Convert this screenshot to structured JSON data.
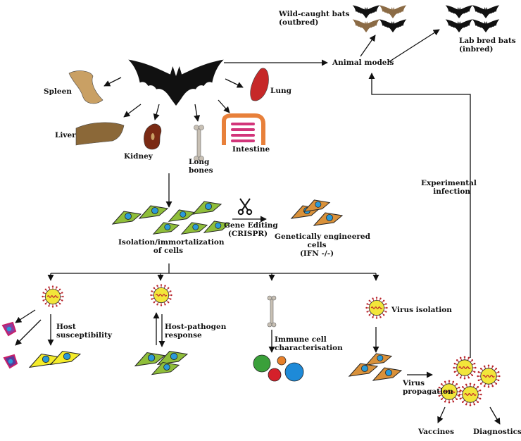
{
  "labels": {
    "wild_bats": "Wild-caught bats\n(outbred)",
    "lab_bats": "Lab bred bats\n(inbred)",
    "animal_models": "Animal models",
    "spleen": "Spleen",
    "lung": "Lung",
    "liver": "Liver",
    "kidney": "Kidney",
    "long_bones": "Long\nbones",
    "intestine": "Intestine",
    "experimental_infection": "Experimental\ninfection",
    "gene_editing": "Gene Editing\n(CRISPR)",
    "genetically_engineered": "Genetically engineered\ncells\n(IFN -/-)",
    "isolation": "Isolation/immortalization\nof cells",
    "host_susceptibility": "Host\nsusceptibility",
    "host_pathogen": "Host-pathogen\nresponse",
    "immune_cell": "Immune cell\ncharacterisation",
    "virus_isolation": "Virus isolation",
    "virus_propagation": "Virus\npropagation",
    "vaccines": "Vaccines",
    "diagnostics": "Diagnostics"
  },
  "colors": {
    "bat": "#111111",
    "bat_brown": "#8b6b45",
    "spleen": "#c9a064",
    "lung": "#c62828",
    "liver": "#8b6838",
    "kidney": "#7a2a14",
    "bone": "#c8c0b4",
    "intestine_outer": "#e8803a",
    "intestine_inner": "#d2357a",
    "cell_green": "#8fbe3a",
    "cell_orange": "#d9913a",
    "cell_yellow": "#f4ec2a",
    "cell_purple": "#8a3ea0",
    "nucleus": "#2a9ad8",
    "virus_fill": "#f2e63a",
    "virus_spike": "#b8232a",
    "immune_green": "#3aa03a",
    "immune_red": "#d4202a",
    "immune_orange": "#e8802a",
    "immune_blue": "#1e8ad8"
  }
}
